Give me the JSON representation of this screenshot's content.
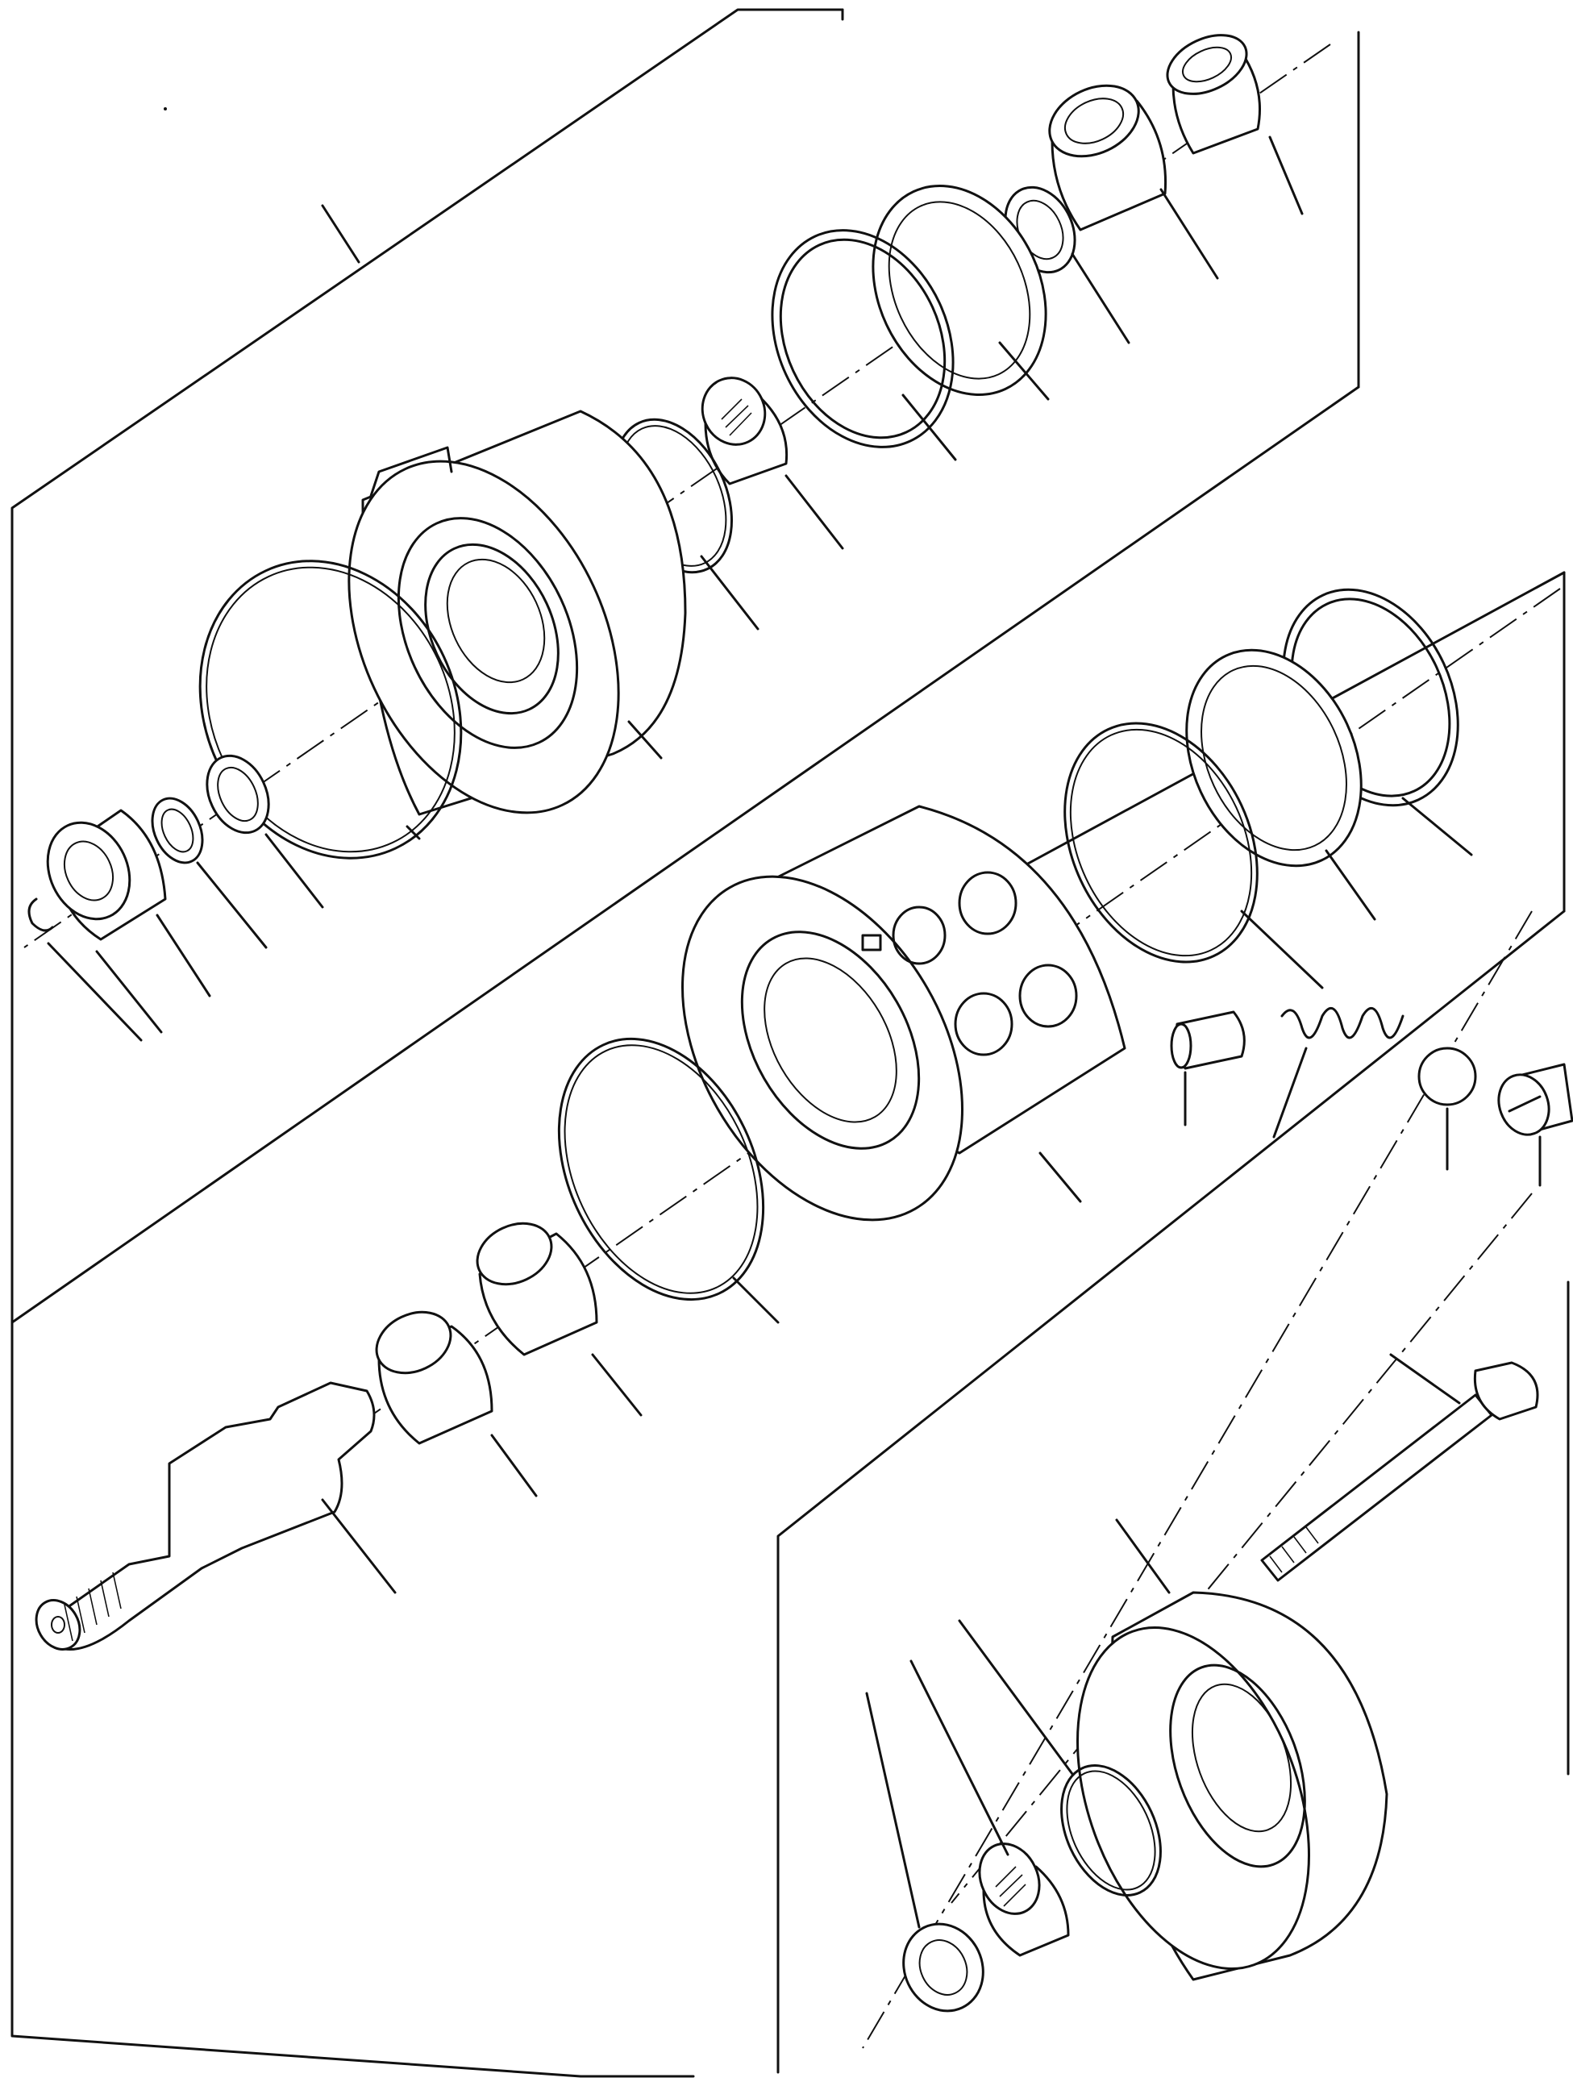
{
  "diagram": {
    "kind": "exploded-parts-view",
    "colors": {
      "line": "#111111",
      "background": "#ffffff"
    },
    "groups": [
      {
        "id": "upper-assembly",
        "part_count": 12
      },
      {
        "id": "middle-assembly",
        "part_count": 9
      },
      {
        "id": "lower-assembly",
        "part_count": 5
      }
    ],
    "leader_count": 29
  }
}
